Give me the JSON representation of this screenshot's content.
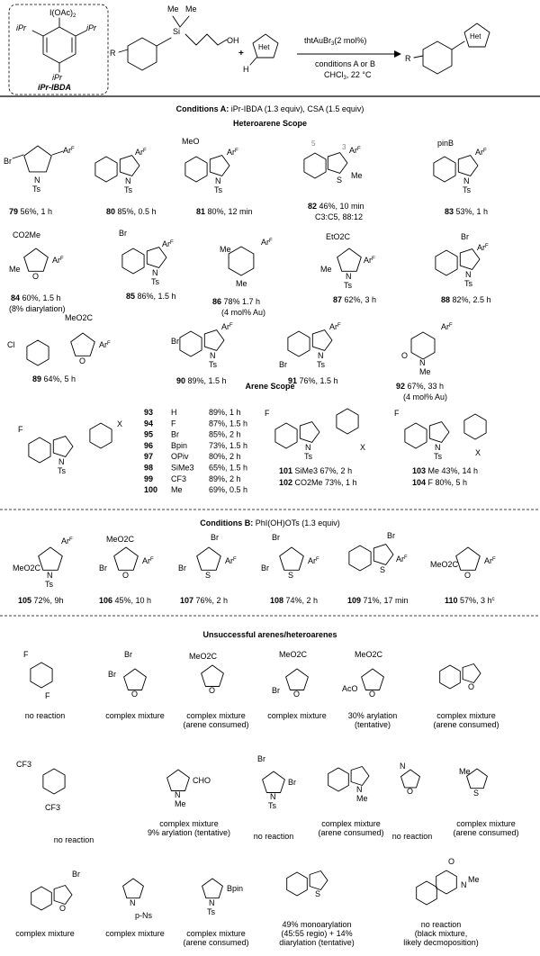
{
  "reagent": {
    "top": "I(OAc)",
    "sub2": "2",
    "ipr": "iPr",
    "caption": "iPr-IBDA"
  },
  "scheme": {
    "r": "R",
    "me1": "Me",
    "me2": "Me",
    "si": "Si",
    "oh": "OH",
    "plus": "+",
    "h": "H",
    "het": "Het",
    "catalyst": "thtAuBr",
    "cat_sub": "3",
    "cat_load": "(2 mol%)",
    "conditions": "conditions A or B",
    "solvent": "CHCl",
    "solv_sub": "3",
    "temp": ", 22 °C"
  },
  "condA": {
    "title": "Conditions A:",
    "reagents": "iPr-IBDA (1.3 equiv), CSA (1.5 equiv)"
  },
  "hetero_title": "Heteroarene Scope",
  "hetero": [
    {
      "num": "79",
      "text": "56%, 1 h"
    },
    {
      "num": "80",
      "text": "85%, 0.5 h"
    },
    {
      "num": "81",
      "text": "80%, 12 min"
    },
    {
      "num": "82",
      "text": "46%, 10 min",
      "extra": "C3:C5, 88:12"
    },
    {
      "num": "83",
      "text": "53%, 1 h"
    },
    {
      "num": "84",
      "text": "60%, 1.5 h",
      "extra": "(8% diarylation)"
    },
    {
      "num": "85",
      "text": "86%, 1.5 h"
    },
    {
      "num": "86",
      "text": "78% 1.7 h",
      "extra": "(4 mol% Au)"
    },
    {
      "num": "87",
      "text": "62%, 3 h"
    },
    {
      "num": "88",
      "text": "82%, 2.5 h"
    },
    {
      "num": "89",
      "text": "64%, 5 h"
    },
    {
      "num": "90",
      "text": "89%, 1.5 h"
    },
    {
      "num": "91",
      "text": "76%, 1.5 h"
    },
    {
      "num": "92",
      "text": "67%, 33 h",
      "extra": "(4 mol% Au)"
    }
  ],
  "arene_title": "Arene Scope",
  "arene": [
    {
      "num": "93",
      "x": "H",
      "text": "89%, 1 h"
    },
    {
      "num": "94",
      "x": "F",
      "text": "87%, 1.5 h"
    },
    {
      "num": "95",
      "x": "Br",
      "text": "85%, 2 h"
    },
    {
      "num": "96",
      "x": "Bpin",
      "text": "73%, 1.5 h"
    },
    {
      "num": "97",
      "x": "OPiv",
      "text": "80%, 2 h"
    },
    {
      "num": "98",
      "x": "SiMe3",
      "text": "65%, 1.5 h"
    },
    {
      "num": "99",
      "x": "CF3",
      "text": "89%, 2 h"
    },
    {
      "num": "100",
      "x": "Me",
      "text": "69%, 0.5 h"
    }
  ],
  "arene2": [
    {
      "num": "101",
      "x": "SiMe3",
      "text": "67%, 2 h"
    },
    {
      "num": "102",
      "x": "CO2Me",
      "text": "73%, 1 h"
    }
  ],
  "arene3": [
    {
      "num": "103",
      "x": "Me",
      "text": "43%, 14 h"
    },
    {
      "num": "104",
      "x": "F",
      "text": "80%, 5 h"
    }
  ],
  "condB": {
    "title": "Conditions B:",
    "reagents": "PhI(OH)OTs (1.3 equiv)"
  },
  "condB_entries": [
    {
      "num": "105",
      "text": "72%, 9h"
    },
    {
      "num": "106",
      "text": "45%, 10 h"
    },
    {
      "num": "107",
      "text": "76%, 2 h"
    },
    {
      "num": "108",
      "text": "74%, 2 h"
    },
    {
      "num": "109",
      "text": "71%, 17 min"
    },
    {
      "num": "110",
      "text": "57%, 3 h",
      "sup": "c"
    }
  ],
  "unsucc_title": "Unsuccessful arenes/heteroarenes",
  "unsucc": [
    [
      "no reaction"
    ],
    [
      "complex mixture"
    ],
    [
      "complex mixture",
      "(arene consumed)"
    ],
    [
      "complex mixture"
    ],
    [
      "30% arylation",
      "(tentative)"
    ],
    [
      "complex mixture",
      "(arene consumed)"
    ],
    [
      "no reaction"
    ],
    [
      "complex mixture",
      "9% arylation (tentative)"
    ],
    [
      "no reaction"
    ],
    [
      "complex mixture",
      "(arene consumed)"
    ],
    [
      "no reaction"
    ],
    [
      "complex mixture",
      "(arene consumed)"
    ],
    [
      "complex mixture"
    ],
    [
      "complex mixture"
    ],
    [
      "complex mixture",
      "(arene consumed)"
    ],
    [
      "49% monoarylation",
      "(45:55 regio) + 14%",
      "diarylation (tentative)"
    ],
    [
      "no reaction",
      "(black mixture,",
      "likely decmoposition)"
    ]
  ],
  "labels": {
    "arf": "Ar",
    "arf_sup": "F",
    "ts": "Ts",
    "n": "N",
    "o": "O",
    "s": "S",
    "br": "Br",
    "f": "F",
    "cl": "Cl",
    "meo": "MeO",
    "me": "Me",
    "pinb": "pinB",
    "co2me": "CO2Me",
    "meo2c": "MeO2C",
    "eto2c": "EtO2C",
    "x": "X",
    "cf3": "CF3",
    "cho": "CHO",
    "bpin": "Bpin",
    "ns": "p-Ns",
    "aco": "AcO",
    "pos3": "3",
    "pos5": "5"
  }
}
